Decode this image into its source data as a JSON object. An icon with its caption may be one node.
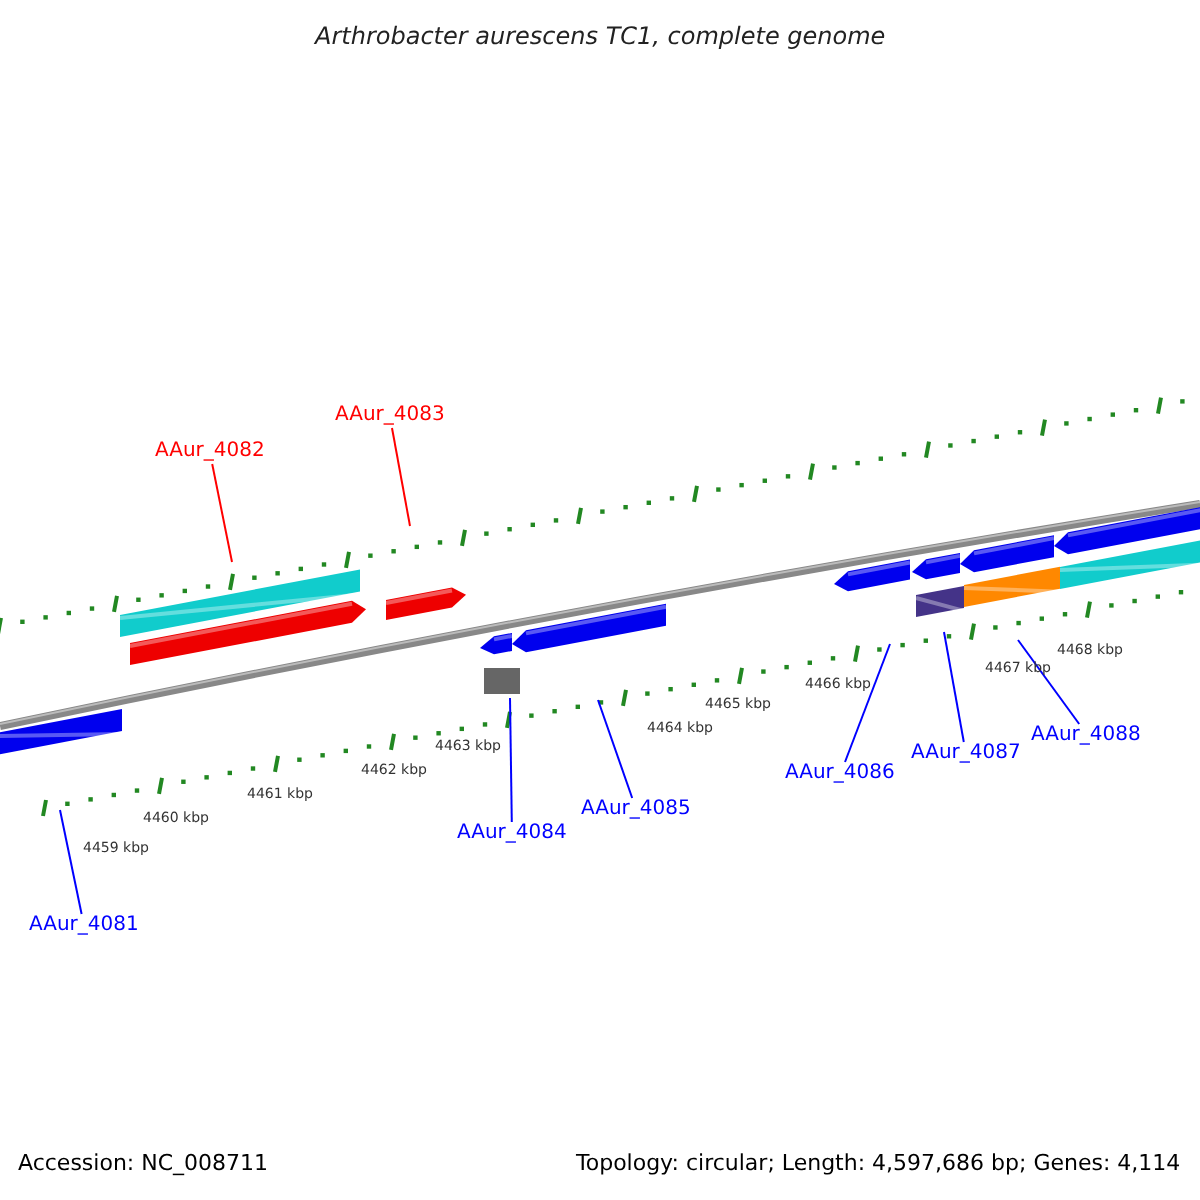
{
  "diagram": {
    "title": "Arthrobacter aurescens TC1, complete genome",
    "nodes": [
      {
        "text": [
          "AAur_4083"
        ]
      },
      {
        "text": [
          "AAur_4082"
        ]
      },
      {
        "text": [
          "AAur_4088"
        ]
      },
      {
        "text": [
          "AAur_4087"
        ]
      },
      {
        "text": [
          "AAur_4086"
        ]
      },
      {
        "text": [
          "AAur_4085"
        ]
      },
      {
        "text": [
          "AAur_4084"
        ]
      },
      {
        "text": [
          "AAur_4081"
        ]
      }
    ],
    "edges": [
      {
        "from": 0,
        "to": null,
        "arrow": "none",
        "color": "#ff0000"
      },
      {
        "from": 1,
        "to": null,
        "arrow": "none",
        "color": "#ff0000"
      },
      {
        "from": 2,
        "to": null,
        "arrow": "none"
      },
      {
        "from": 3,
        "to": null,
        "arrow": "none"
      },
      {
        "from": 4,
        "to": null,
        "arrow": "none"
      },
      {
        "from": 5,
        "to": null,
        "arrow": "none"
      },
      {
        "from": 6,
        "to": null,
        "arrow": "none"
      },
      {
        "from": 7,
        "to": null,
        "arrow": "none"
      }
    ],
    "labels": [
      "4468 kbp",
      "4467 kbp",
      "4466 kbp",
      "4465 kbp",
      "4464 kbp",
      "4463 kbp",
      "4462 kbp",
      "4461 kbp",
      "4460 kbp",
      "4459 kbp",
      "Accession: NC_008711",
      "Topology: circular; Length: 4,597,686 bp; Genes: 4,114"
    ]
  }
}
